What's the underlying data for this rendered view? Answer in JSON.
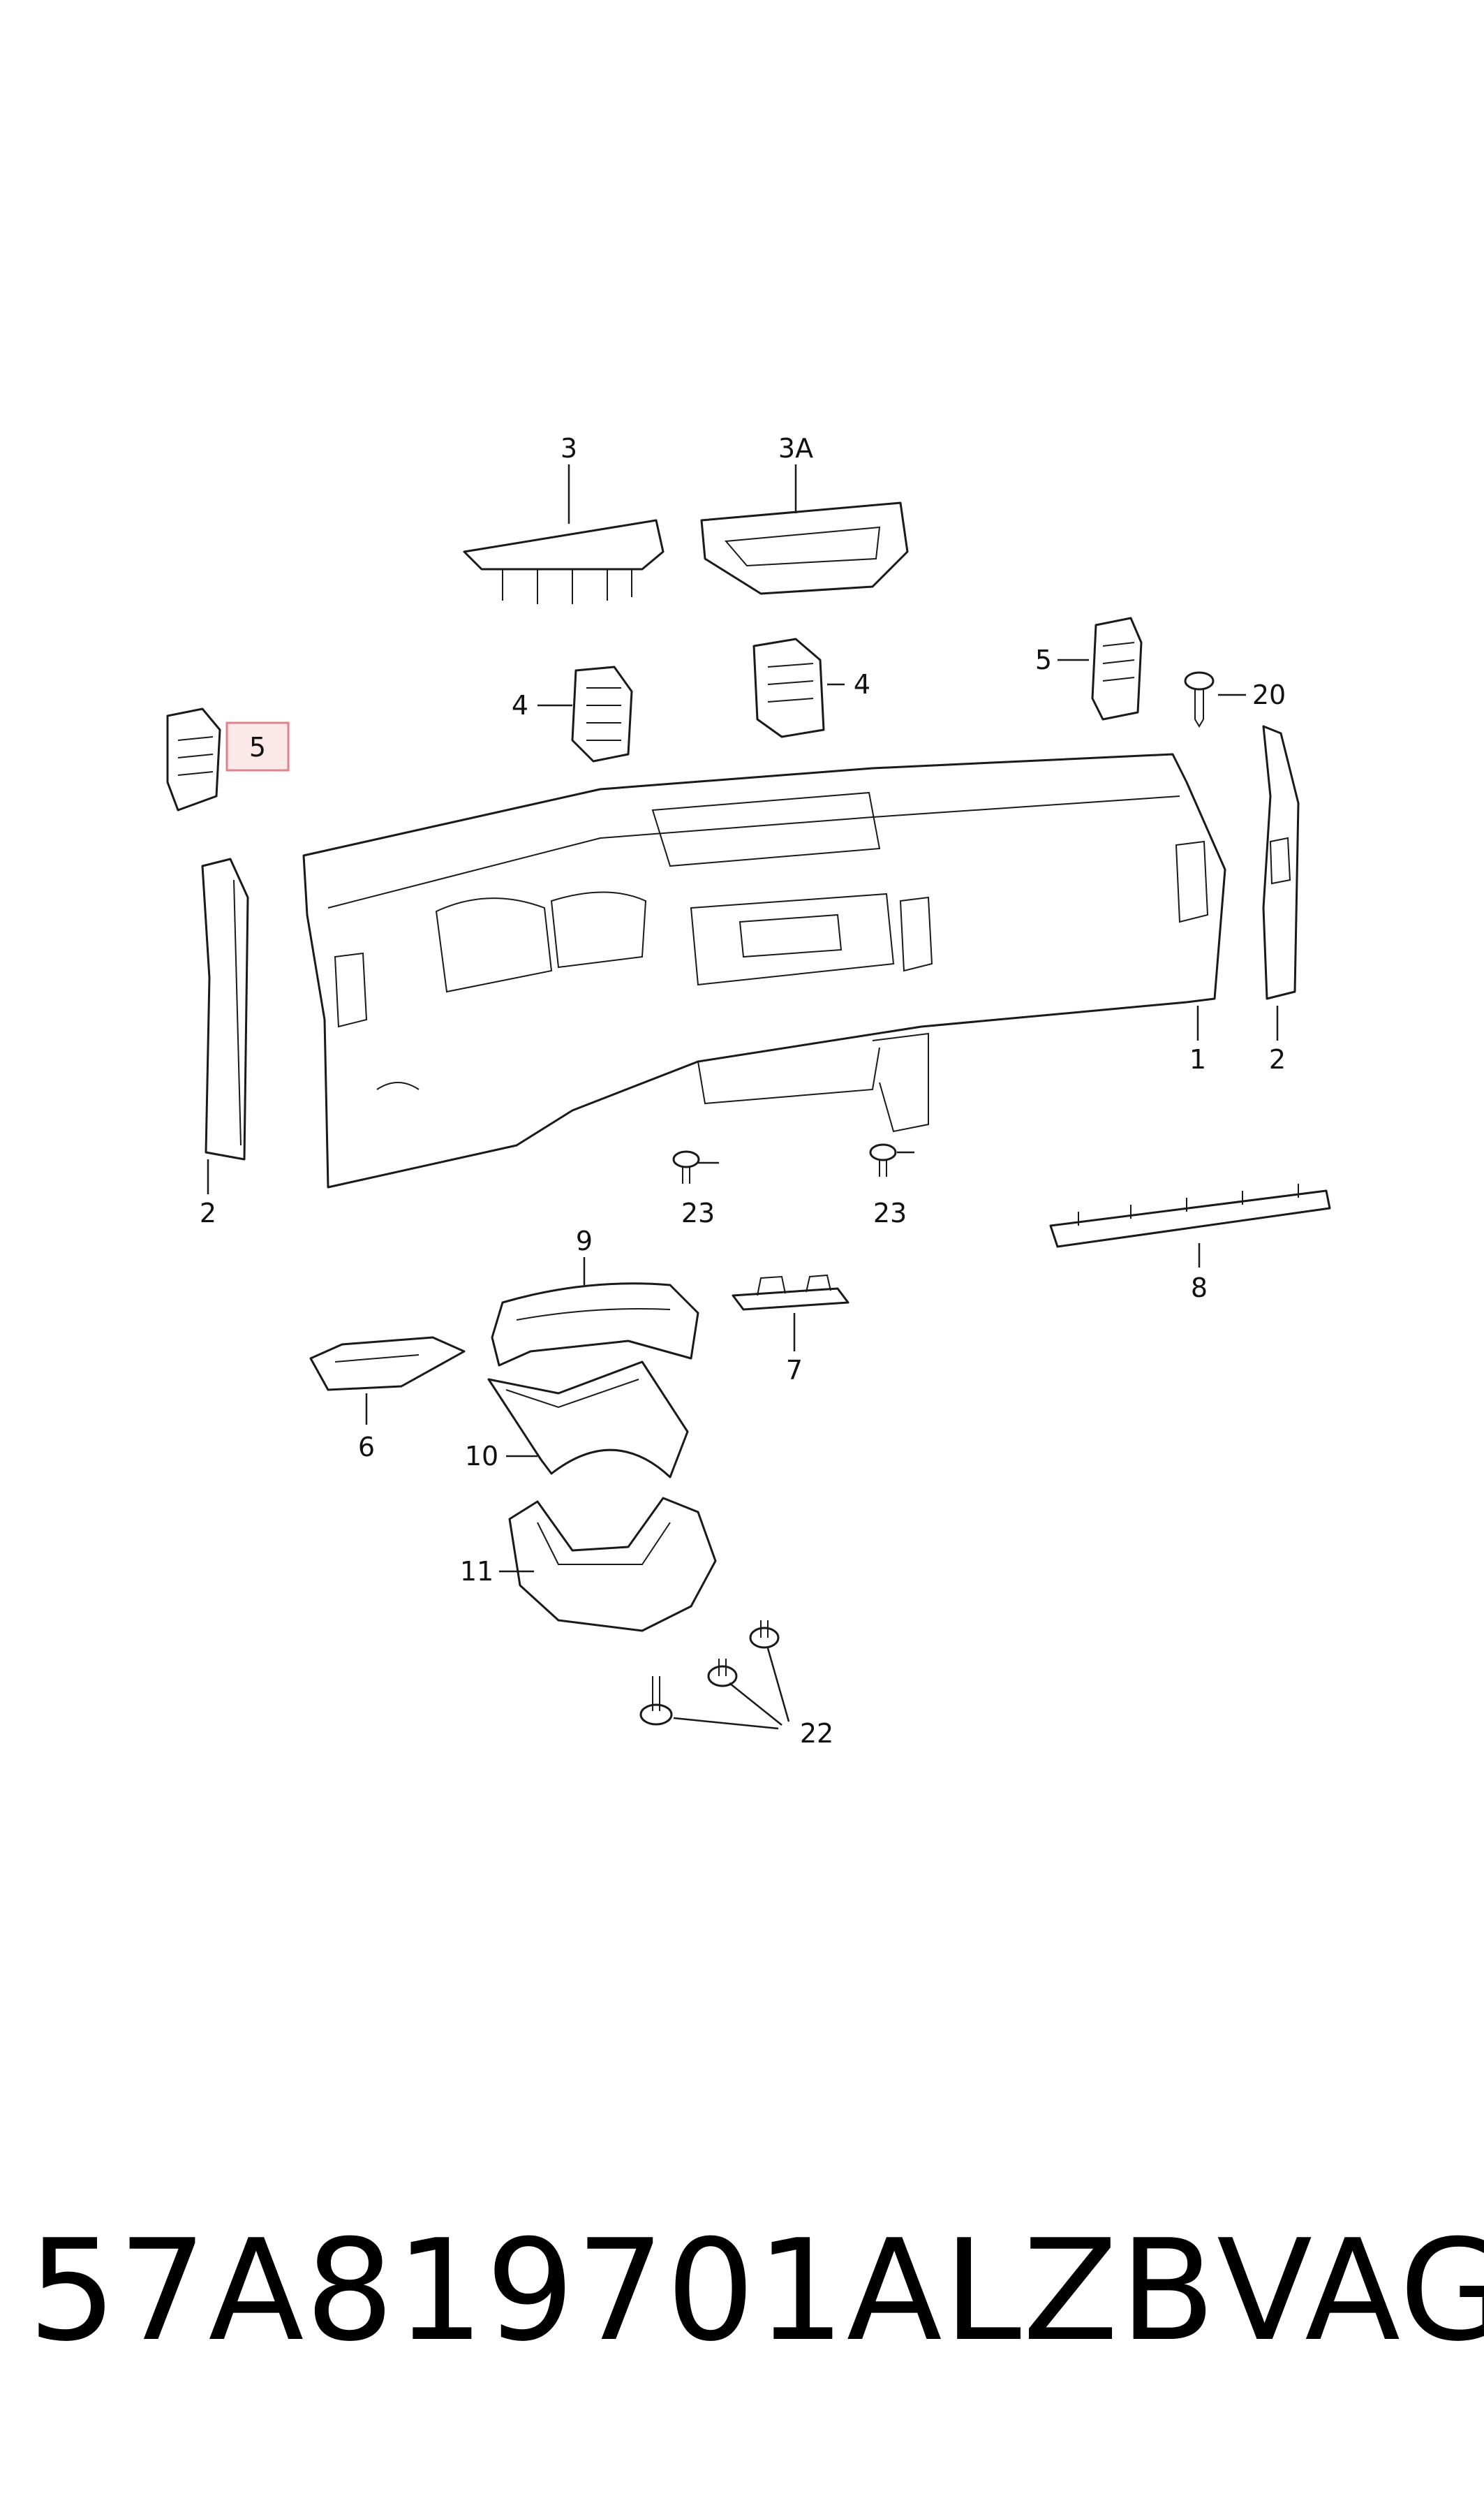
{
  "callouts": {
    "c1": "1",
    "c2_left": "2",
    "c2_right": "2",
    "c3": "3",
    "c3a": "3A",
    "c4_left": "4",
    "c4_mid": "4",
    "c5_left": "5",
    "c5_right": "5",
    "c6": "6",
    "c7": "7",
    "c8": "8",
    "c9": "9",
    "c10": "10",
    "c11": "11",
    "c20": "20",
    "c22": "22",
    "c23_left": "23",
    "c23_right": "23"
  },
  "highlight_color": "#e0828c",
  "highlighted_callout": "5",
  "footer": {
    "part_number": "57A819701ALZB",
    "brand": "VAG"
  }
}
